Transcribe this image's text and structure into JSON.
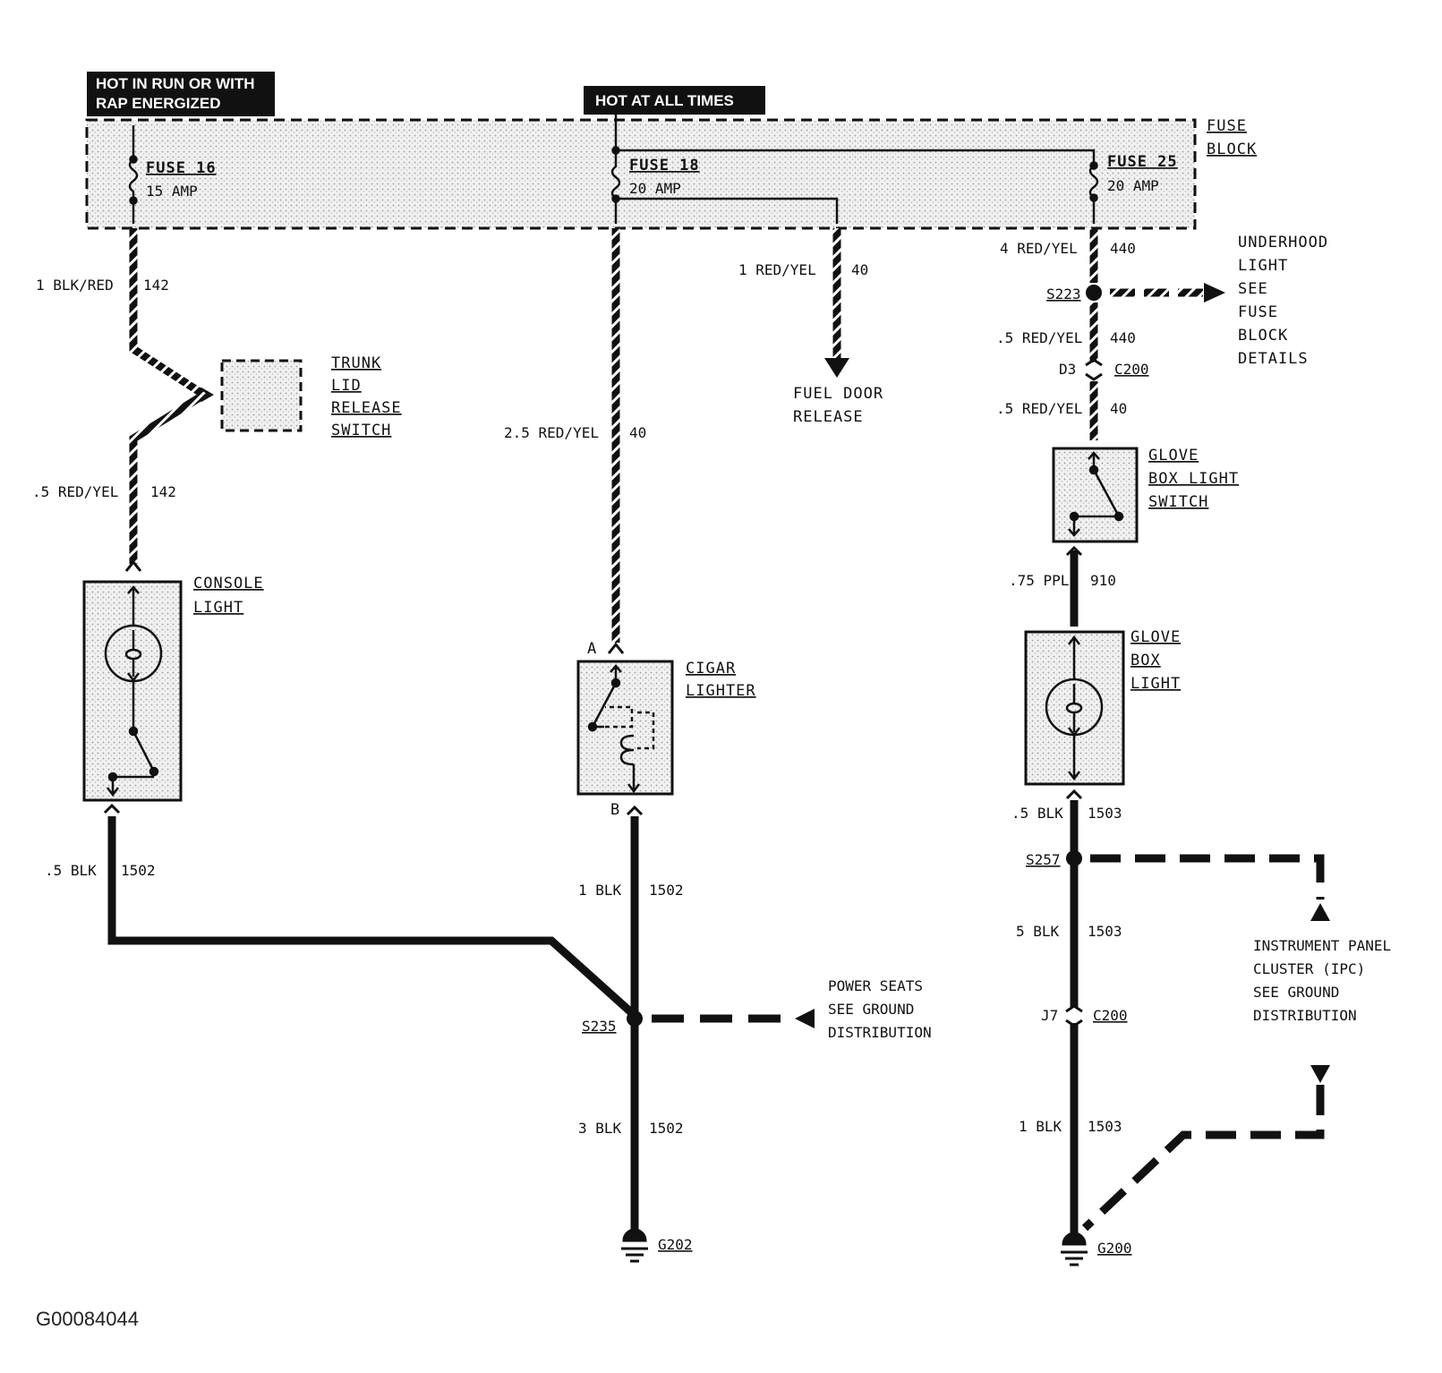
{
  "headers": {
    "hot_in_run_line1": "HOT IN RUN OR WITH",
    "hot_in_run_line2": "RAP ENERGIZED",
    "hot_at_all_times": "HOT AT ALL TIMES"
  },
  "fuse_block": {
    "label_line1": "FUSE",
    "label_line2": "BLOCK",
    "fuses": [
      {
        "name": "FUSE 16",
        "rating": "15 AMP"
      },
      {
        "name": "FUSE 18",
        "rating": "20 AMP"
      },
      {
        "name": "FUSE 25",
        "rating": "20 AMP"
      }
    ]
  },
  "wires": {
    "w142_upper": {
      "gauge_color": "1 BLK/RED",
      "circuit": "142"
    },
    "w142_lower": {
      "gauge_color": ".5 RED/YEL",
      "circuit": "142"
    },
    "w1502_console": {
      "gauge_color": ".5 BLK",
      "circuit": "1502"
    },
    "w40_fuel": {
      "gauge_color": "1 RED/YEL",
      "circuit": "40"
    },
    "w40_cigar": {
      "gauge_color": "2.5 RED/YEL",
      "circuit": "40"
    },
    "w1502_cigar": {
      "gauge_color": "1 BLK",
      "circuit": "1502"
    },
    "w1502_ground": {
      "gauge_color": "3 BLK",
      "circuit": "1502"
    },
    "w440_upper": {
      "gauge_color": "4 RED/YEL",
      "circuit": "440"
    },
    "w440_lower": {
      "gauge_color": ".5 RED/YEL",
      "circuit": "440"
    },
    "w40_glove": {
      "gauge_color": ".5 RED/YEL",
      "circuit": "40"
    },
    "w910": {
      "gauge_color": ".75 PPL",
      "circuit": "910"
    },
    "w1503_a": {
      "gauge_color": ".5 BLK",
      "circuit": "1503"
    },
    "w1503_b": {
      "gauge_color": "5 BLK",
      "circuit": "1503"
    },
    "w1503_c": {
      "gauge_color": "1 BLK",
      "circuit": "1503"
    }
  },
  "components": {
    "trunk_switch": [
      "TRUNK",
      "LID",
      "RELEASE",
      "SWITCH"
    ],
    "console_light": [
      "CONSOLE",
      "LIGHT"
    ],
    "fuel_door": [
      "FUEL DOOR",
      "RELEASE"
    ],
    "cigar_lighter": [
      "CIGAR",
      "LIGHTER"
    ],
    "underhood_light": [
      "UNDERHOOD",
      "LIGHT",
      "SEE",
      "FUSE",
      "BLOCK",
      "DETAILS"
    ],
    "glove_box_switch": [
      "GLOVE",
      "BOX LIGHT",
      "SWITCH"
    ],
    "glove_box_light": [
      "GLOVE",
      "BOX",
      "LIGHT"
    ],
    "power_seats": [
      "POWER SEATS",
      "SEE GROUND",
      "DISTRIBUTION"
    ],
    "ipc": [
      "INSTRUMENT PANEL",
      "CLUSTER (IPC)",
      "SEE GROUND",
      "DISTRIBUTION"
    ]
  },
  "pins": {
    "cigar_a": "A",
    "cigar_b": "B",
    "d3": "D3",
    "j7": "J7"
  },
  "splices": {
    "s223": "S223",
    "s235": "S235",
    "s257": "S257"
  },
  "connectors": {
    "c200_upper": "C200",
    "c200_lower": "C200"
  },
  "grounds": {
    "g202": "G202",
    "g200": "G200"
  },
  "image_id": "G00084044"
}
